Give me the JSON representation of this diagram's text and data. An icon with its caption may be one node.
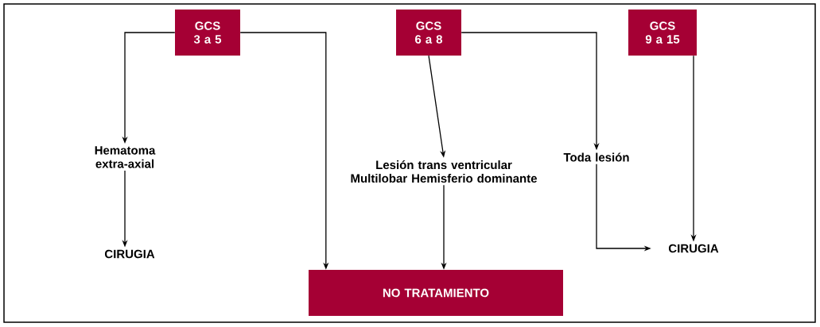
{
  "diagram": {
    "nodes": [
      {
        "text": [
          "GCS 3 a 5"
        ]
      },
      {
        "text": [
          "GCS 6 a 8"
        ]
      },
      {
        "text": [
          "GCS 9 a 15"
        ]
      },
      {
        "text": [
          "Hematoma extra-axial"
        ]
      },
      {
        "text": [
          "Lesión trans ventricular Multilobar Hemisferio dominante"
        ]
      },
      {
        "text": [
          "Toda lesión"
        ]
      },
      {
        "text": [
          "CIRUGIA"
        ]
      },
      {
        "text": [
          "NO TRATAMIENTO"
        ]
      },
      {
        "text": [
          "CIRUGIA"
        ]
      }
    ],
    "edges": [
      {
        "from": 0,
        "to": 3,
        "arrow": "to"
      },
      {
        "from": 0,
        "to": 7,
        "arrow": "to"
      },
      {
        "from": 3,
        "to": 6,
        "arrow": "to"
      },
      {
        "from": 1,
        "to": 4,
        "arrow": "to"
      },
      {
        "from": 1,
        "to": 5,
        "arrow": "to"
      },
      {
        "from": 4,
        "to": 7,
        "arrow": "to"
      },
      {
        "from": 5,
        "to": 8,
        "arrow": "to"
      },
      {
        "from": 2,
        "to": 8,
        "arrow": "to"
      }
    ]
  }
}
